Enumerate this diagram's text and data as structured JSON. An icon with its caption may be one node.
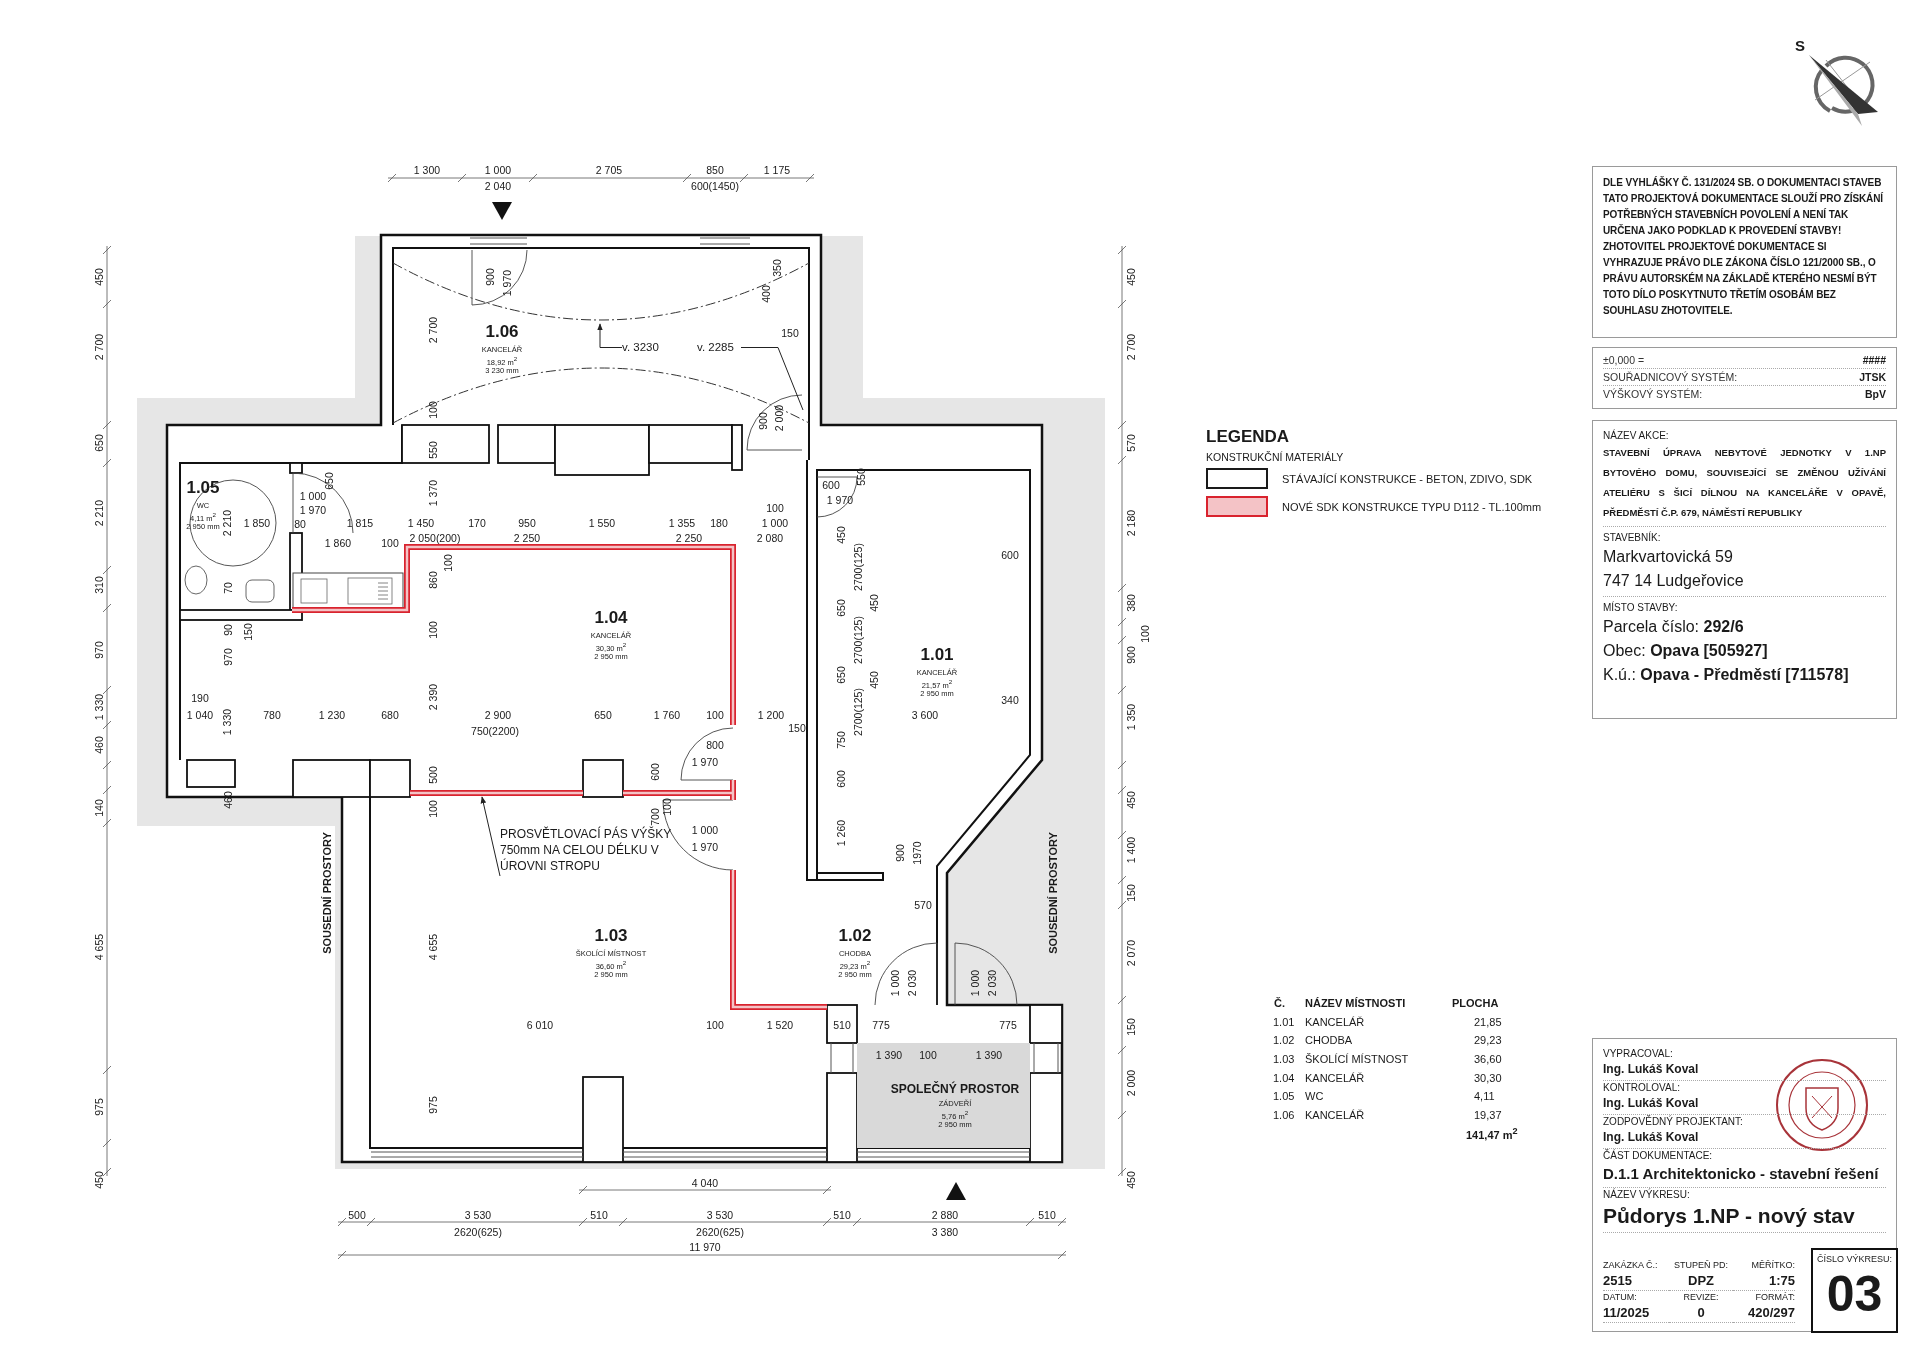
{
  "diagram": {
    "nodes": [
      {
        "text": [
          "1.06",
          "KANCELÁŘ",
          "18,92 m$^{2}$",
          "3 230 mm"
        ]
      },
      {
        "text": [
          "v. 3230"
        ],
        "in": 0
      },
      {
        "text": [
          "v. 2285"
        ],
        "in": 0
      },
      {
        "text": [
          "1.05",
          "WC",
          "4,11 m$^{2}$",
          "2 950 mm"
        ]
      },
      {
        "text": [
          "1.04",
          "KANCELÁŘ",
          "30,30 m$^{2}$",
          "2 950 mm"
        ]
      },
      {
        "text": [
          "1.01",
          "KANCELÁŘ",
          "21,57 m$^{2}$",
          "2 950 mm"
        ]
      },
      {
        "text": [
          "1.03",
          "ŠKOLÍCÍ MÍSTNOST",
          "36,60 m$^{2}$",
          "2 950 mm"
        ]
      },
      {
        "text": [
          "PROSVĚTLOVACÍ PÁS VÝŠKY 750mm NA CELOU DÉLKU V ÚROVNI STROPU"
        ],
        "in": 6
      },
      {
        "text": [
          "1.02",
          "CHODBA",
          "29,23 m$^{2}$",
          "2 950 mm"
        ]
      },
      {
        "text": [
          "SPOLEČNÝ PROSTOR",
          "ZÁDVEŘÍ",
          "5,76 m$^{2}$",
          "2 950 mm"
        ]
      },
      {
        "text": [
          "DLE VYHLÁŠKY Č. 131/2024 SB. O DOKUMENTACI STAVEB TATO PROJEKTOVÁ DOKUMENTACE SLOUŽÍ PRO ZÍSKÁNÍ POTŘEBNÝCH STAVEBNÍCH POVOLENÍ A NENÍ TAK URČENA JAKO PODKLAD K PROVEDENÍ STAVBY! ZHOTOVITEL PROJEKTOVÉ DOKUMENTACE SI VYHRAZUJE PRÁVO DLE ZÁKONA ČÍSLO 121/2000 SB., O PRÁVU AUTORSKÉM NA ZÁKLADĚ KTERÉHO NESMÍ BÝT TOTO DÍLO POSKYTNUTO TŘETÍM OSOBÁM BEZ SOUHLASU ZHOTOVITELE."
        ]
      },
      {
        "text": [
          "±0,000 =",
          "####",
          "SOUŘADNICOVÝ SYSTÉM:",
          "JTSK",
          "VÝŠKOVÝ SYSTÉM:",
          "BpV"
        ]
      },
      {
        "text": [
          "NÁZEV AKCE:",
          "STAVEBNÍ ÚPRAVA NEBYTOVÉ JEDNOTKY V 1.NP BYTOVÉHO DOMU, SOUVISEJÍCÍ SE ZMĚNOU UŽÍVÁNÍ ATELIÉRU S ŠICÍ DÍLNOU NA KANCELÁŘE V OPAVĚ, PŘEDMĚSTÍ Č.P. 679, NÁMĚSTÍ REPUBLIKY",
          "STAVEBNÍK:",
          "Markvartovická 59",
          "747 14 Ludgeřovice",
          "MÍSTO STAVBY:",
          "Parcela číslo: **292/6**",
          "Obec: **Opava [505927]**",
          "K.ú.: **Opava - Předměstí [711578]**"
        ]
      },
      {
        "text": [
          "VYPRACOVAL:",
          "Ing. Lukáš Koval",
          "KONTROLOVAL:",
          "Ing. Lukáš Koval",
          "ZODPOVĚDNÝ PROJEKTANT:",
          "Ing. Lukáš Koval",
          "ČÁST DOKUMENTACE:",
          "D.1.1 Architektonicko - stavební řešení",
          "NÁZEV VÝKRESU:",
          "Půdorys 1.NP - nový stav",
          "ZAKÁZKA Č.:",
          "2515",
          "STUPEŇ PD:",
          "DPZ",
          "MĚŘÍTKO:",
          "1:75",
          "DATUM:",
          "11/2025",
          "REVIZE:",
          "0",
          "FORMÁT:",
          "420/297"
        ]
      },
      {
        "text": [
          "ČÍSLO VÝKRESU:",
          "03"
        ],
        "in": 13
      }
    ],
    "edges": [
      {
        "from": 1,
        "to": null,
        "arrow": "to"
      },
      {
        "from": 2,
        "to": null,
        "arrow": "none"
      },
      {
        "from": 7,
        "to": null,
        "arrow": "to"
      }
    ],
    "labels": [
      "1 300",
      "1 000",
      "2 705",
      "850",
      "1 175",
      "2 040",
      "600(1450)",
      "450",
      "2 700",
      "650",
      "2 210",
      "310",
      "970",
      "1 330",
      "460",
      "140",
      "4 655",
      "975",
      "450",
      "450",
      "2 700",
      "570",
      "2 180",
      "380",
      "100",
      "900",
      "1 350",
      "450",
      "1 400",
      "150",
      "2 070",
      "150",
      "2 000",
      "450",
      "900",
      "1 970",
      "2 700",
      "400",
      "350",
      "150",
      "100",
      "900",
      "2 000",
      "550",
      "1 370",
      "650",
      "1 000",
      "1 970",
      "1 850",
      "2 210",
      "80",
      "1 815",
      "1 450",
      "170",
      "950",
      "1 550",
      "1 355",
      "180",
      "100",
      "1 000",
      "1 860",
      "100",
      "2 050(200)",
      "2 250",
      "2 250",
      "2 080",
      "600",
      "550",
      "1 970",
      "100",
      "860",
      "70",
      "600",
      "450",
      "2700(125)",
      "650",
      "450",
      "2700(125)",
      "650",
      "450",
      "2700(125)",
      "90",
      "150",
      "100",
      "970",
      "190",
      "1 040",
      "1 330",
      "780",
      "1 230",
      "680",
      "2 390",
      "2 900",
      "750(2200)",
      "650",
      "1 760",
      "100",
      "1 200",
      "150",
      "3 600",
      "340",
      "800",
      "1 970",
      "600",
      "750",
      "500",
      "600",
      "460",
      "100",
      "100",
      "700",
      "1 000",
      "1 970",
      "1 260",
      "900",
      "1970",
      "SOUSEDNÍ PROSTORY",
      "SOUSEDNÍ PROSTORY",
      "570",
      "4 655",
      "1 000",
      "2 030",
      "1 000",
      "2 030",
      "6 010",
      "100",
      "1 520",
      "510",
      "775",
      "775",
      "1 390",
      "100",
      "1 390",
      "975",
      "4 040",
      "500",
      "3 530",
      "510",
      "3 530",
      "510",
      "2 880",
      "510",
      "2620(625)",
      "2620(625)",
      "3 380",
      "11 970",
      "S",
      "LEGENDA",
      "KONSTRUKČNÍ MATERIÁLY",
      "Č.",
      "NÁZEV MÍSTNOSTI",
      "PLOCHA",
      "1.01",
      "KANCELÁŘ",
      "21,85",
      "1.02",
      "CHODBA",
      "29,23",
      "1.03",
      "ŠKOLÍCÍ MÍSTNOST",
      "36,60",
      "1.04",
      "KANCELÁŘ",
      "30,30",
      "1.05",
      "WC",
      "4,11",
      "1.06",
      "KANCELÁŘ",
      "19,37",
      "141,47 m$^{2}$"
    ],
    "legend": [
      {
        "text": "STÁVAJÍCÍ KONSTRUKCE - BETON, ZDIVO, SDK",
        "color": "#ffffff"
      },
      {
        "text": "NOVÉ SDK KONSTRUKCE TYPU D112 - TL.100mm",
        "color": "#f4c3c6"
      }
    ]
  }
}
